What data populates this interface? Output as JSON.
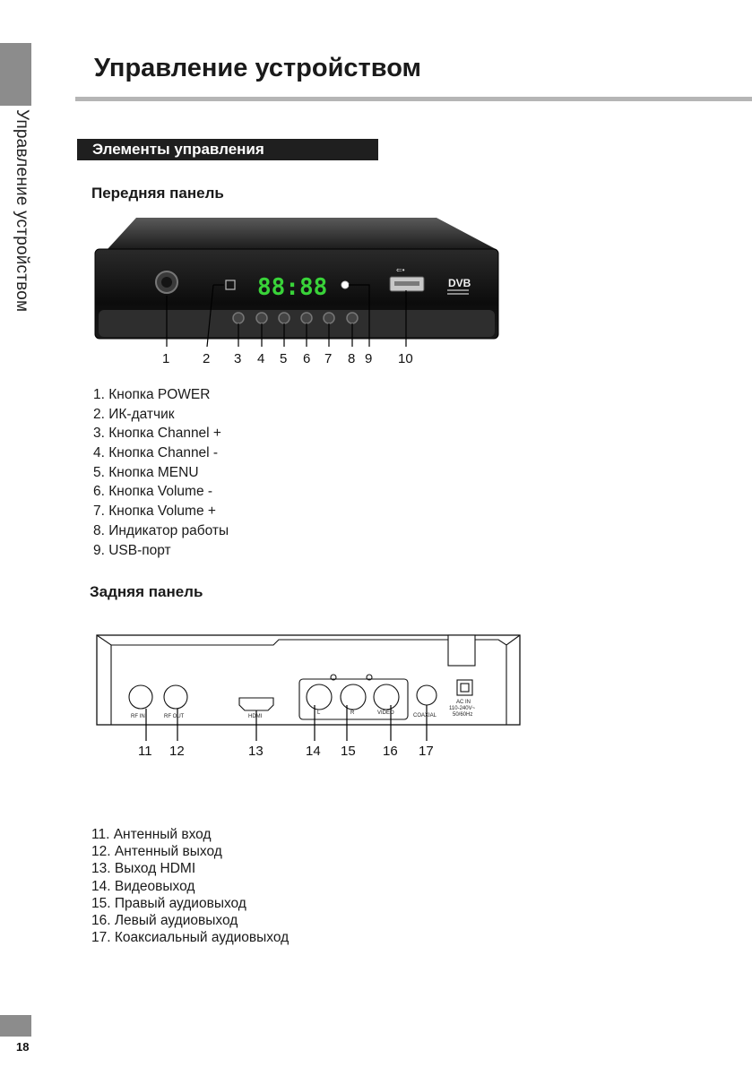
{
  "side_label": "Управление устройством",
  "title": "Управление устройством",
  "section_heading": "Элементы управления",
  "front": {
    "heading": "Передняя панель",
    "display_digits": "88:88",
    "brand_mark": "DVB",
    "callouts": [
      "1",
      "2",
      "3",
      "4",
      "5",
      "6",
      "7",
      "8",
      "9",
      "10"
    ],
    "items": [
      "1. Кнопка POWER",
      "2. ИК-датчик",
      "3. Кнопка Channel +",
      "4. Кнопка Channel -",
      "5. Кнопка MENU",
      "6. Кнопка Volume -",
      "7. Кнопка Volume +",
      "8. Индикатор работы",
      "9. USB-порт"
    ]
  },
  "rear": {
    "heading": "Задняя панель",
    "port_labels": {
      "rf_in": "RF IN",
      "rf_out": "RF OUT",
      "hdmi": "HDMI",
      "l": "L",
      "r": "R",
      "video": "VIDEO",
      "coaxial": "COAXIAL",
      "ac_line1": "AC IN",
      "ac_line2": "110-240V~",
      "ac_line3": "50/60Hz"
    },
    "callouts": [
      "11",
      "12",
      "13",
      "14",
      "15",
      "16",
      "17"
    ],
    "items": [
      "11. Антенный вход",
      "12. Антенный выход",
      "13. Выход HDMI",
      "14. Видеовыход",
      "15. Правый аудиовыход",
      "16. Левый аудиовыход",
      "17. Коаксиальный аудиовыход"
    ]
  },
  "page_number": "18"
}
